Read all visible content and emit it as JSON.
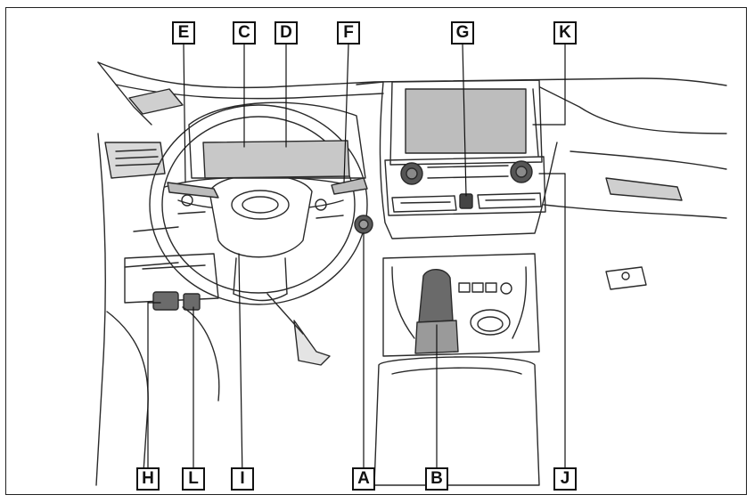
{
  "callouts": {
    "E": "E",
    "C": "C",
    "D": "D",
    "F": "F",
    "G": "G",
    "K": "K",
    "H": "H",
    "L": "L",
    "I": "I",
    "A": "A",
    "B": "B",
    "J": "J"
  },
  "colors": {
    "line": "#2a2a2a",
    "fill_gray": "#c8c8c8",
    "screen": "#bdbdbd",
    "knob": "#555555",
    "background": "#ffffff"
  }
}
